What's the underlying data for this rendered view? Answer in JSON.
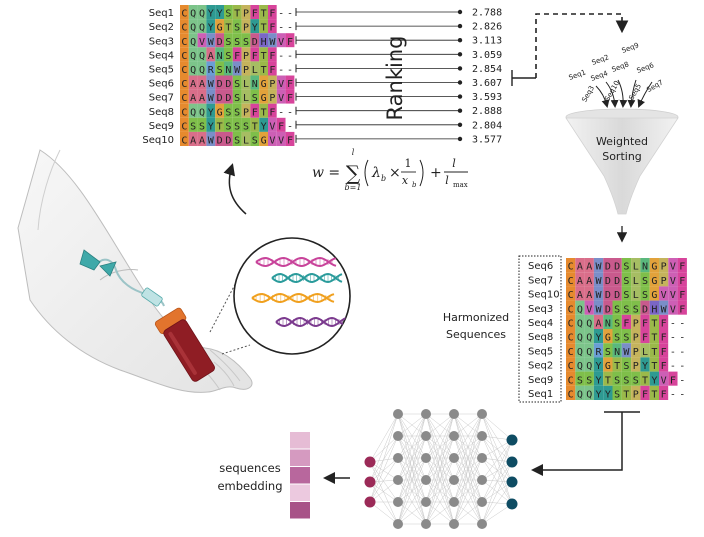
{
  "ranking": {
    "title": "Ranking",
    "rows": [
      {
        "name": "Seq1",
        "seq": "CQQYYSTPFTF--",
        "score": "2.788"
      },
      {
        "name": "Seq2",
        "seq": "CQQYGTSPYTF--",
        "score": "2.826"
      },
      {
        "name": "Seq3",
        "seq": "CQVWDSSSDHWVF",
        "score": "3.113"
      },
      {
        "name": "Seq4",
        "seq": "CQQANSFPFTF--",
        "score": "3.059"
      },
      {
        "name": "Seq5",
        "seq": "CQQRSNWPLTF--",
        "score": "2.854"
      },
      {
        "name": "Seq6",
        "seq": "CAAWDDSLNGPVF",
        "score": "3.607"
      },
      {
        "name": "Seq7",
        "seq": "CAAWDDSLSGPVF",
        "score": "3.593"
      },
      {
        "name": "Seq8",
        "seq": "CQQYGSSPFTF--",
        "score": "2.888"
      },
      {
        "name": "Seq9",
        "seq": "CSSYTSSSTYVF-",
        "score": "2.804"
      },
      {
        "name": "Seq10",
        "seq": "CAAWDDSLSGVVF",
        "score": "3.577"
      }
    ]
  },
  "formula": {
    "lhs": "w =",
    "sum_top": "l",
    "sum_sym": "∑",
    "sum_bottom": "b=1",
    "lambda": "λ",
    "lambda_sub": "b",
    "times": "×",
    "frac1_num": "1",
    "frac1_den": "x",
    "frac1_den_sub": "b",
    "plus": "+",
    "frac2_num": "l",
    "frac2_den": "l",
    "frac2_den_sub": "max"
  },
  "funnel": {
    "label_line1": "Weighted",
    "label_line2": "Sorting",
    "inputs": [
      "Seq2",
      "Seq9",
      "Seq1",
      "Seq4",
      "Seq8",
      "Seq6",
      "Seq3",
      "Seq10",
      "Seq5",
      "Seq7"
    ]
  },
  "harmonized": {
    "label_line1": "Harmonized",
    "label_line2": "Sequences",
    "rows": [
      {
        "name": "Seq6",
        "seq": "CAAWDDSLNGPVF"
      },
      {
        "name": "Seq7",
        "seq": "CAAWDDSLSGPVF"
      },
      {
        "name": "Seq10",
        "seq": "CAAWDDSLSGVVF"
      },
      {
        "name": "Seq3",
        "seq": "CQVWDSSSDHWVF"
      },
      {
        "name": "Seq4",
        "seq": "CQQANSFPFTF--"
      },
      {
        "name": "Seq8",
        "seq": "CQQYGSSPFTF--"
      },
      {
        "name": "Seq5",
        "seq": "CQQRSNWPLTF--"
      },
      {
        "name": "Seq2",
        "seq": "CQQYGTSPYTF--"
      },
      {
        "name": "Seq9",
        "seq": "CSSYTSSSTYVF-"
      },
      {
        "name": "Seq1",
        "seq": "CQQYYSTPFTF--"
      }
    ]
  },
  "embedding": {
    "label_line1": "sequences",
    "label_line2": "embedding",
    "cells": [
      "#e6bcd5",
      "#d59ac0",
      "#b8679d",
      "#ecc9df",
      "#a85388"
    ]
  },
  "dna": {
    "colors": [
      "#c8439a",
      "#2a9b9b",
      "#f0a01e",
      "#7b3a8e"
    ]
  },
  "network": {
    "input_color": "#9b2a57",
    "output_color": "#0e4c63",
    "hidden_color": "#8a8a8a"
  },
  "residue_colors": {
    "C": "#e68a2e",
    "Q": "#7cc48a",
    "Y": "#2e9a92",
    "S": "#7fbf4a",
    "T": "#9bb94a",
    "P": "#c5b35c",
    "F": "#d7449b",
    "G": "#e2a23b",
    "V": "#cd5fb5",
    "W": "#7a8ec8",
    "D": "#c95a8d",
    "H": "#7a66c6",
    "A": "#d96e8a",
    "N": "#5ab87d",
    "R": "#6a9ed6",
    "L": "#a6bd63",
    "-": "#ffffff"
  }
}
